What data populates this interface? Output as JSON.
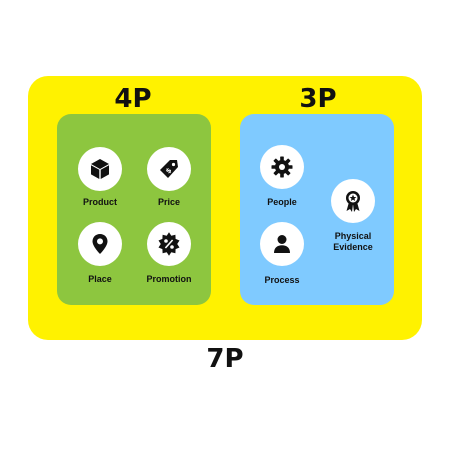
{
  "outer_label": "7P",
  "groups": {
    "four_p": {
      "title": "4P",
      "items": [
        {
          "label": "Product",
          "icon": "box-icon"
        },
        {
          "label": "Price",
          "icon": "price-tag-icon"
        },
        {
          "label": "Place",
          "icon": "map-pin-icon"
        },
        {
          "label": "Promotion",
          "icon": "percent-badge-icon"
        }
      ]
    },
    "three_p": {
      "title": "3P",
      "items": [
        {
          "label": "People",
          "icon": "gear-icon"
        },
        {
          "label": "Physical Evidence",
          "icon": "award-ribbon-icon"
        },
        {
          "label": "Process",
          "icon": "person-icon"
        }
      ]
    }
  },
  "colors": {
    "outer": "#fff200",
    "four_p_panel": "#8dc63f",
    "three_p_panel": "#7fcaff",
    "icon_circle": "#ffffff",
    "text": "#111111"
  }
}
